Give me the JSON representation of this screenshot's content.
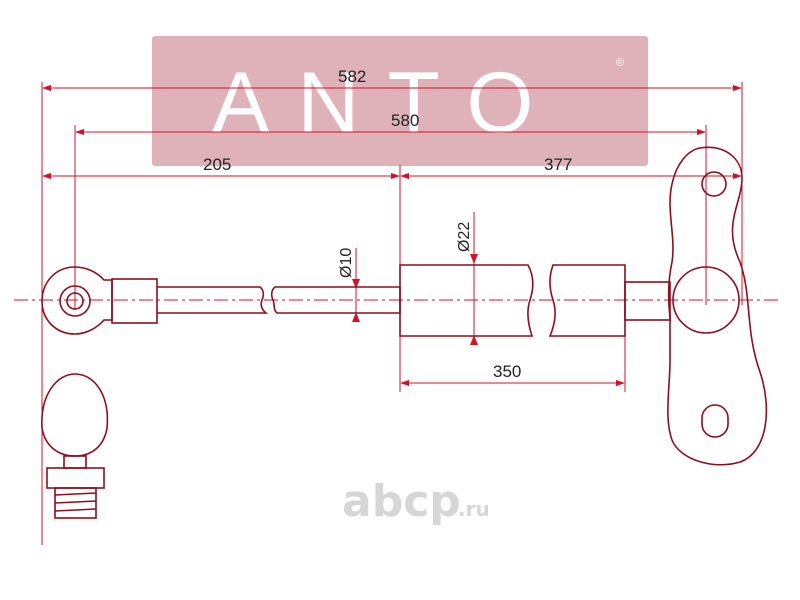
{
  "brand": {
    "name": "ANTO",
    "registered_mark": "®",
    "banner_color": "#d9a3ab"
  },
  "dimensions": {
    "overall_length": "582",
    "eye_to_eye": "580",
    "rod_section": "205",
    "body_section": "377",
    "body_length": "350",
    "rod_diameter": "Ø10",
    "body_diameter": "Ø22"
  },
  "watermark": {
    "text": "abcp",
    "suffix": ".ru"
  },
  "colors": {
    "outline": "#8b0f1f",
    "dimension_lines": "#d0142c",
    "watermark": "#d6d6d6"
  }
}
